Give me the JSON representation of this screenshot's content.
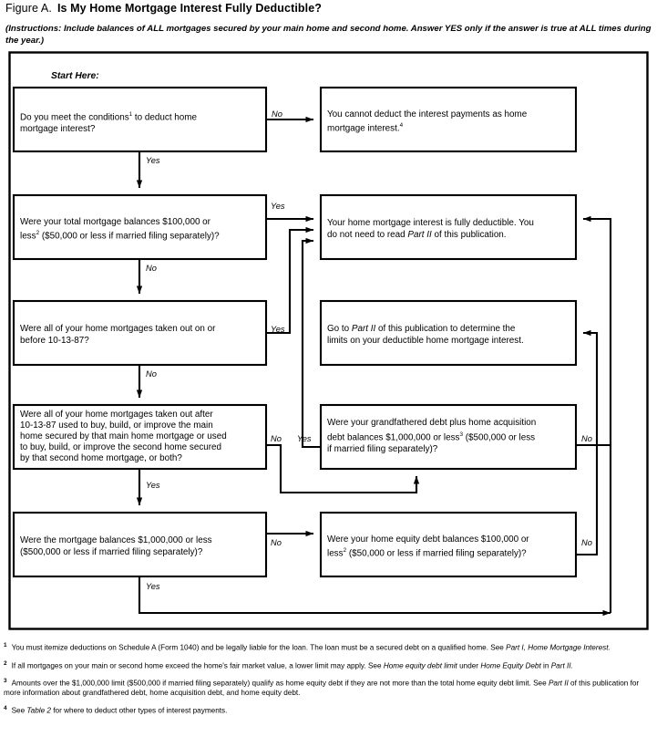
{
  "figure": {
    "label": "Figure A.",
    "title": "Is My Home Mortgage Interest Fully Deductible?",
    "instructions": "(Instructions: Include balances of ALL mortgages secured by your main home and second home. Answer YES only if the answer is true at ALL times during the year.)",
    "start_label": "Start Here:"
  },
  "colors": {
    "ink": "#000000",
    "paper": "#ffffff"
  },
  "nodes": {
    "q1": {
      "id": "q1",
      "text_lines": [
        "Do you meet the conditions¹ to deduct home",
        "mortgage interest?"
      ],
      "text": "Do you meet the conditions1 to deduct home mortgage interest?"
    },
    "t_cannot": {
      "id": "t_cannot",
      "text_lines": [
        "You cannot deduct the interest payments as home",
        "mortgage interest.⁴"
      ],
      "text": "You cannot deduct the interest payments as home mortgage interest.4"
    },
    "q2": {
      "id": "q2",
      "text_lines": [
        "Were your total mortgage balances $100,000 or",
        "less² ($50,000 or less if married filing separately)?"
      ],
      "text": "Were your total mortgage balances $100,000 or less2 ($50,000 or less if married filing separately)?"
    },
    "t_fully": {
      "id": "t_fully",
      "text_lines": [
        "Your home mortgage interest is fully deductible. You",
        "do not need to read Part II of this publication."
      ],
      "text": "Your home mortgage interest is fully deductible. You do not need to read Part II of this publication."
    },
    "q3": {
      "id": "q3",
      "text_lines": [
        "Were all of your home mortgages taken out on or",
        "before 10-13-87?"
      ],
      "text": "Were all of your home mortgages taken out on or before 10-13-87?"
    },
    "t_partii": {
      "id": "t_partii",
      "text_lines": [
        "Go to Part II of this publication to determine the",
        "limits on your deductible home mortgage interest."
      ],
      "text": "Go to Part II of this publication to determine the limits on your deductible home mortgage interest."
    },
    "q4": {
      "id": "q4",
      "text_lines": [
        "Were all of your home mortgages taken out after",
        "10-13-87 used to buy, build, or improve the main",
        "home secured by that main home mortgage or used",
        "to buy, build, or improve the second home secured",
        "by that second home mortgage, or both?"
      ],
      "text": "Were all of your home mortgages taken out after 10-13-87 used to buy, build, or improve the main home secured by that main home mortgage or used to buy, build, or improve the second home secured by that second home mortgage, or both?"
    },
    "q5": {
      "id": "q5",
      "text_lines": [
        "Were your grandfathered debt plus home acquisition",
        "debt balances $1,000,000 or less³ ($500,000 or less",
        "if married filing separately)?"
      ],
      "text": "Were your grandfathered debt plus home acquisition debt balances $1,000,000 or less3 ($500,000 or less if married filing separately)?"
    },
    "q6": {
      "id": "q6",
      "text_lines": [
        "Were the mortgage balances $1,000,000 or less",
        "($500,000 or less if married filing separately)?"
      ],
      "text": "Were the mortgage balances $1,000,000 or less ($500,000 or less if married filing separately)?"
    },
    "q7": {
      "id": "q7",
      "text_lines": [
        "Were your home equity debt balances $100,000 or",
        "less² ($50,000 or less if married filing separately)?"
      ],
      "text": "Were your home equity debt balances $100,000 or less2 ($50,000 or less if married filing separately)?"
    }
  },
  "edge_labels": {
    "q1_no": "No",
    "q1_yes": "Yes",
    "q2_yes": "Yes",
    "q2_no": "No",
    "q3_yes": "Yes",
    "q3_no": "No",
    "q4_no": "No",
    "q4_yes_down": "Yes",
    "q5_yes": "Yes",
    "q5_no": "No",
    "q6_no": "No",
    "q6_yes": "Yes",
    "q7_no": "No"
  },
  "footnotes": [
    {
      "marker": "1",
      "html": "You must itemize deductions on Schedule A (Form 1040) and be legally liable for the loan. The loan must be a secured debt on a qualified home. See <i>Part I, Home Mortgage Interest.</i>",
      "text": "You must itemize deductions on Schedule A (Form 1040) and be legally liable for the loan. The loan must be a secured debt on a qualified home. See Part I, Home Mortgage Interest."
    },
    {
      "marker": "2",
      "html": "If all mortgages on your main or second home exceed the home's fair market value, a lower limit may apply. See <i>Home equity debt limit</i> under <i>Home Equity Debt</i> in <i>Part II.</i>",
      "text": "If all mortgages on your main or second home exceed the home's fair market value, a lower limit may apply. See Home equity debt limit under Home Equity Debt in Part II."
    },
    {
      "marker": "3",
      "html": "Amounts over the $1,000,000 limit ($500,000 if married filing separately) qualify as home equity debt if they are not more than the total home equity debt limit. See <i>Part II</i> of this publication for more information about grandfathered debt, home acquisition debt, and home equity debt.",
      "text": "Amounts over the $1,000,000 limit ($500,000 if married filing separately) qualify as home equity debt if they are not more than the total home equity debt limit. See Part II of this publication for more information about grandfathered debt, home acquisition debt, and home equity debt."
    },
    {
      "marker": "4",
      "html": "See <i>Table 2</i> for where to deduct other types of interest payments.",
      "text": "See Table 2 for where to deduct other types of interest payments."
    }
  ]
}
